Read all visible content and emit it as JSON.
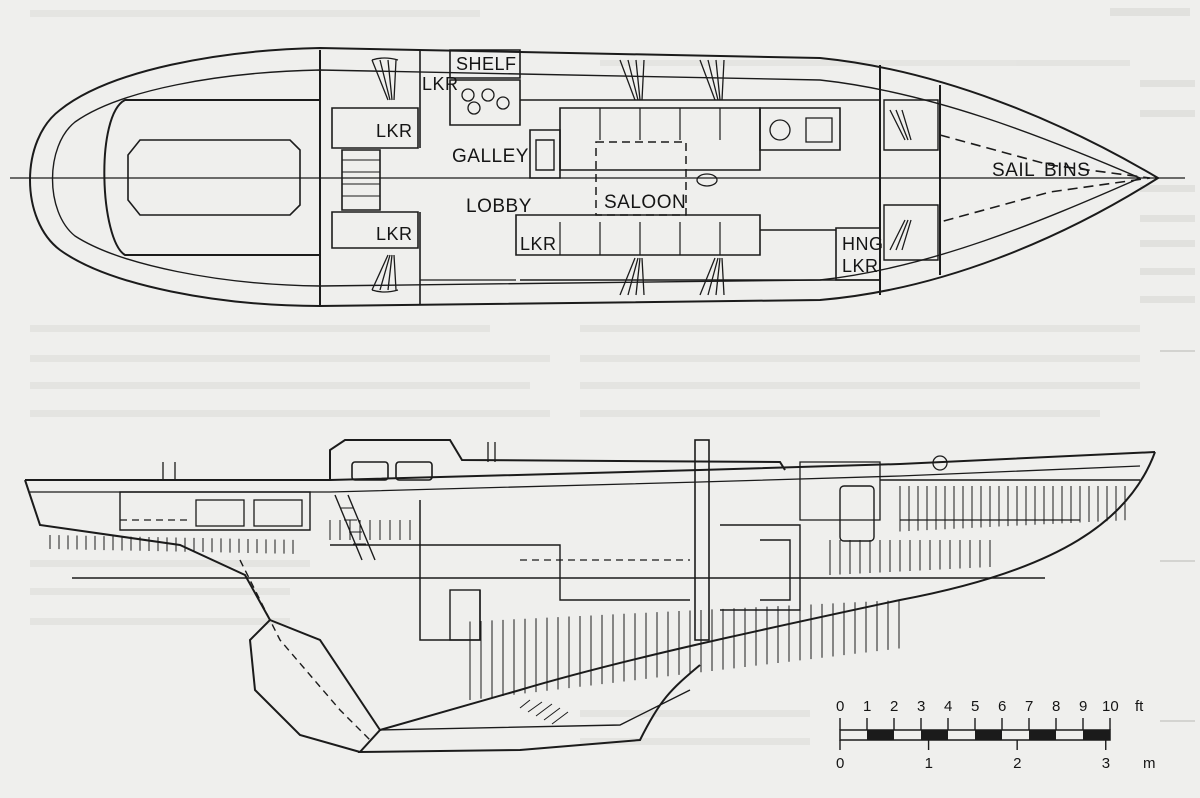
{
  "plan": {
    "labels": {
      "shelf": "SHELF",
      "lkr_top": "LKR",
      "lkr_fwd_upper": "LKR",
      "lkr_fwd_lower": "LKR",
      "lkr_saloon": "LKR",
      "galley": "GALLEY",
      "lobby": "LOBBY",
      "saloon": "SALOON",
      "hng": "HNG",
      "hng_lkr": "LKR",
      "sail": "SAIL",
      "bins": "BINS"
    }
  },
  "scale_bar": {
    "ft_values": [
      "0",
      "1",
      "2",
      "3",
      "4",
      "5",
      "6",
      "7",
      "8",
      "9",
      "10"
    ],
    "ft_unit": "ft",
    "m_values": [
      "0",
      "1",
      "2",
      "3"
    ],
    "m_unit": "m"
  },
  "colors": {
    "paper": "#efefed",
    "ink": "#1b1b1b",
    "bleed": "#c9c9c6"
  }
}
